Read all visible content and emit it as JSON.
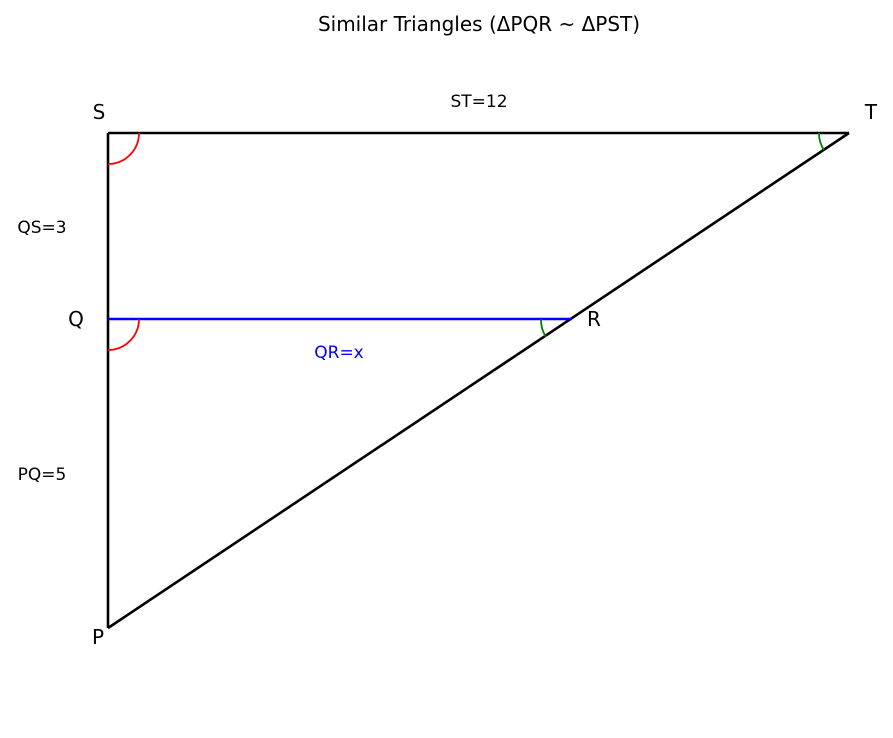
{
  "title": "Similar Triangles (ΔPQR ~ ΔPST)",
  "vertices": {
    "P": "P",
    "Q": "Q",
    "R": "R",
    "S": "S",
    "T": "T"
  },
  "measurements": {
    "st": "ST=12",
    "qs": "QS=3",
    "pq": "PQ=5",
    "qr": "QR=x"
  },
  "colors": {
    "triangle_outline": "#000000",
    "parallel_segment": "#0000ff",
    "right_angle_arcs": "#ff0000",
    "corresponding_angle_arcs": "#008000"
  }
}
